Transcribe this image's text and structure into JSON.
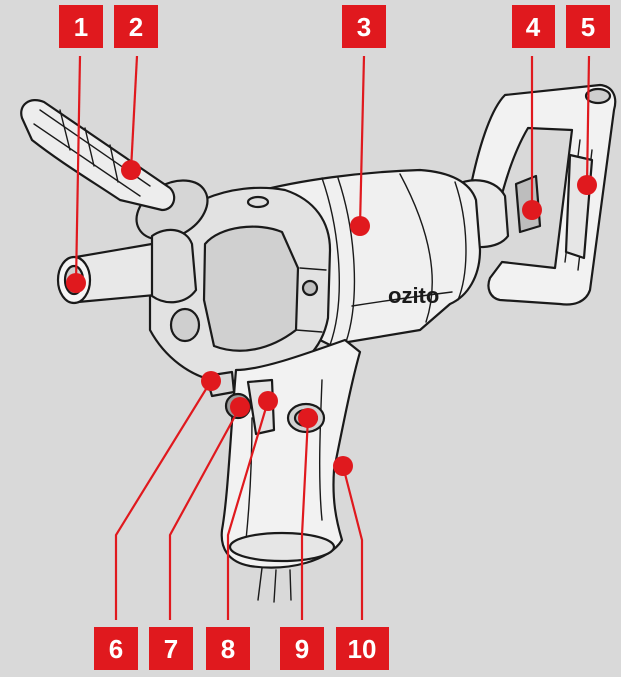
{
  "brand": "ozito",
  "accent_color": "#e0191e",
  "callouts": [
    {
      "number": "1",
      "name": "callout-1"
    },
    {
      "number": "2",
      "name": "callout-2"
    },
    {
      "number": "3",
      "name": "callout-3"
    },
    {
      "number": "4",
      "name": "callout-4"
    },
    {
      "number": "5",
      "name": "callout-5"
    },
    {
      "number": "6",
      "name": "callout-6"
    },
    {
      "number": "7",
      "name": "callout-7"
    },
    {
      "number": "8",
      "name": "callout-8"
    },
    {
      "number": "9",
      "name": "callout-9"
    },
    {
      "number": "10",
      "name": "callout-10"
    }
  ]
}
